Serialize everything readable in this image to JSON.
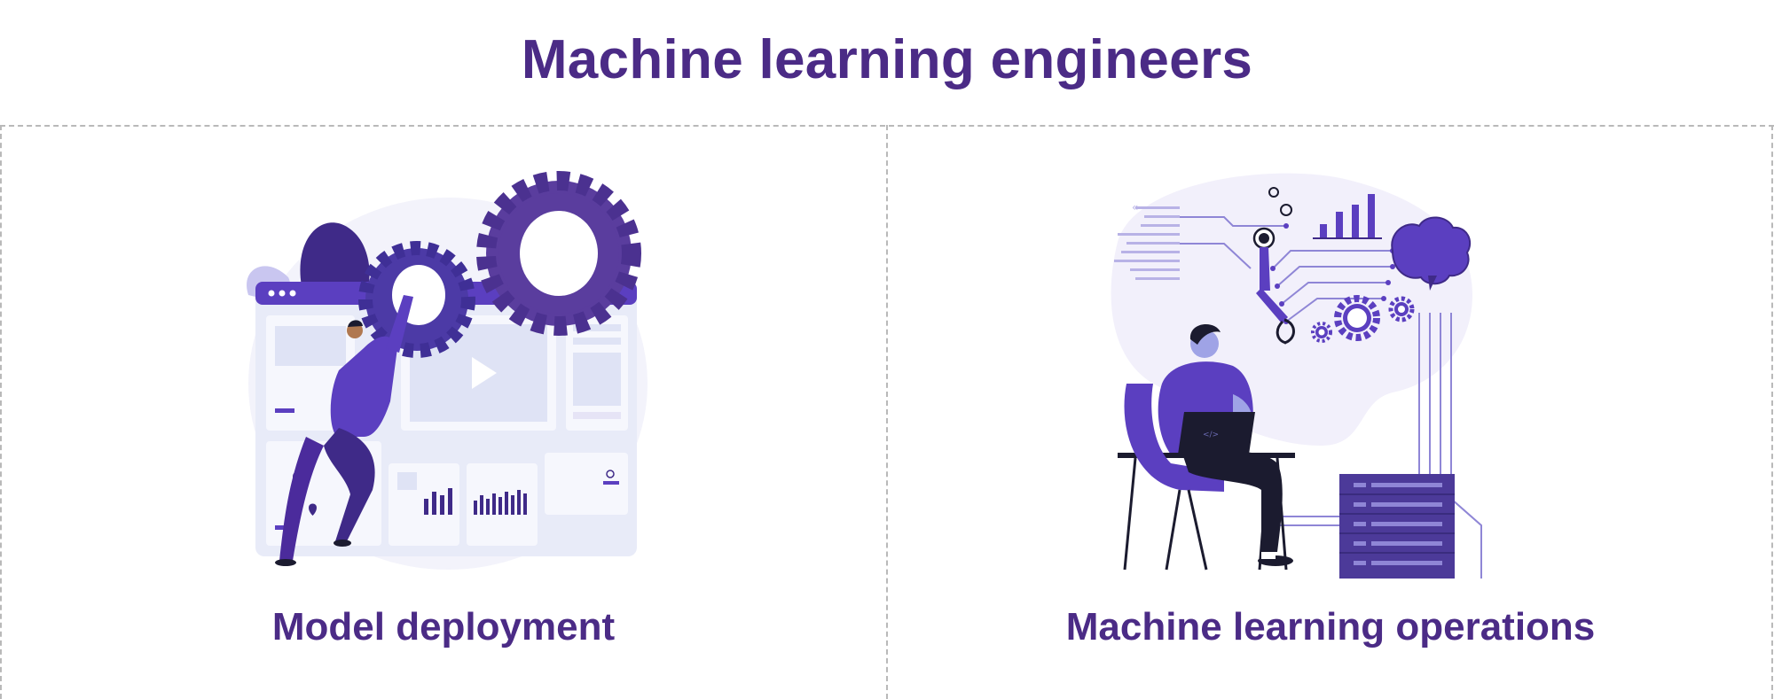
{
  "page": {
    "title": "Machine learning engineers"
  },
  "panels": [
    {
      "label": "Model deployment",
      "illustration": "person-lifting-gear-dashboard"
    },
    {
      "label": "Machine learning operations",
      "illustration": "person-laptop-robot-arm-server"
    }
  ],
  "colors": {
    "heading": "#4b2b86",
    "primary": "#5b3fc0",
    "dark_purple": "#3f2a88",
    "light_bg": "#f2f0fb",
    "divider": "#b9b9b9"
  }
}
